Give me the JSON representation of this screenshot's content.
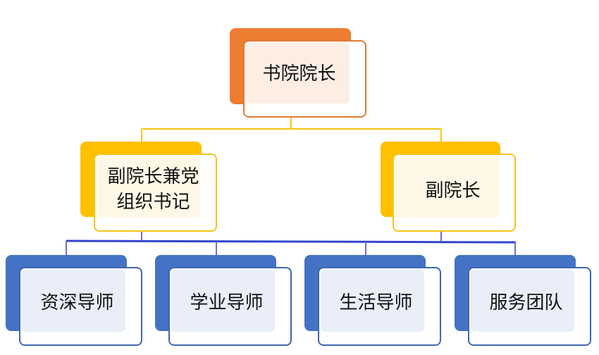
{
  "nodes": {
    "dean": {
      "label": "书院院长"
    },
    "vice_dean_secretary": {
      "label": "副院长兼党\n组织书记"
    },
    "vice_dean": {
      "label": "副院长"
    },
    "senior_mentor": {
      "label": "资深导师"
    },
    "academic_mentor": {
      "label": "学业导师"
    },
    "life_mentor": {
      "label": "生活导师"
    },
    "service_team": {
      "label": "服务团队"
    }
  },
  "colors": {
    "top_accent": "#ED7D31",
    "top_border": "#E07A35",
    "top_fill": "#FCEEE3",
    "mid_accent": "#FFC000",
    "mid_border": "#F5C518",
    "mid_fill": "#FFF8E6",
    "bottom_accent": "#4472C4",
    "bottom_border": "#3E67B1",
    "bottom_fill": "#E9EEF8",
    "connector_top": "#F5C518",
    "connector_bottom": "#3344CC"
  }
}
